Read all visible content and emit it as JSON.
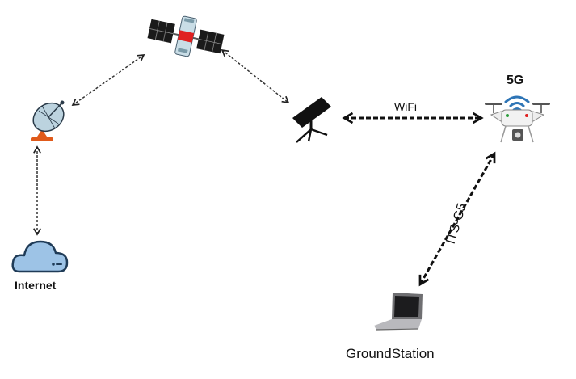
{
  "nodes": {
    "satellite": {
      "icon": "satellite-icon"
    },
    "dish": {
      "icon": "satellite-dish-icon"
    },
    "internet": {
      "icon": "cloud-icon",
      "label": "Internet"
    },
    "starlink": {
      "icon": "starlink-terminal-icon"
    },
    "drone": {
      "icon": "drone-icon",
      "badge": "5G"
    },
    "ground_station": {
      "icon": "laptop-icon",
      "label": "GroundStation"
    }
  },
  "links": {
    "wifi": {
      "label": "WiFi"
    },
    "its_g5": {
      "label": "ITS-G5"
    }
  },
  "colors": {
    "cloud": "#9dc3e6",
    "signal": "#2e75b6",
    "panel": "#1a1a1a",
    "panel_red": "#e02020",
    "dish_orange": "#e05a1a"
  }
}
